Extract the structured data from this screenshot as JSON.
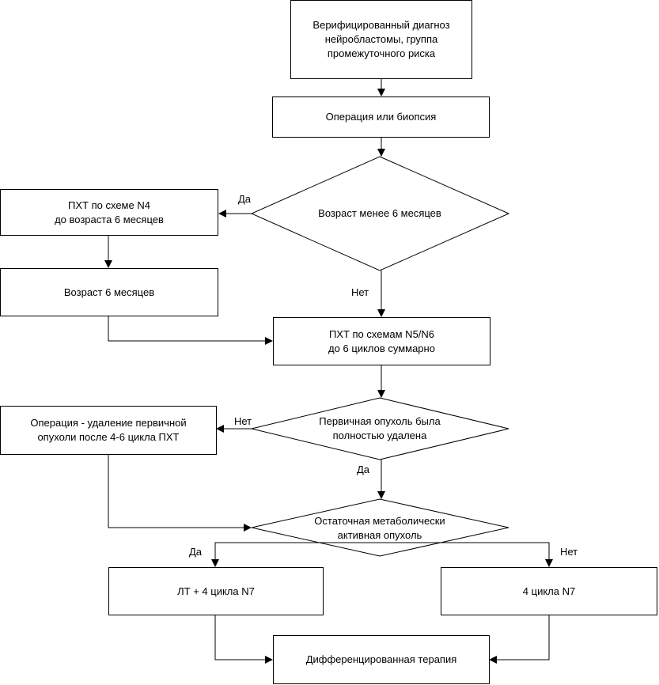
{
  "nodes": {
    "diagnosis": "Верифицированный диагноз\nнейробластомы, группа\nпромежуточного риска",
    "operation_biopsy": "Операция или биопсия",
    "age_decision": "Возраст менее 6 месяцев",
    "pxt_n4": "ПХТ  по схеме N4\nдо возраста 6 месяцев",
    "age_6": "Возраст 6 месяцев",
    "pxt_n5n6": "ПХТ  по схемам N5/N6\nдо 6 циклов суммарно",
    "removed_decision": "Первичная опухоль была\nполностью удалена",
    "operation_removal": "Операция - удаление первичной\nопухоли после 4-6 цикла ПХТ",
    "residual_decision": "Остаточная метаболически\nактивная опухоль",
    "lt_n7": "ЛТ + 4 цикла N7",
    "n7": "4 цикла N7",
    "diff_therapy": "Дифференцированная терапия"
  },
  "edge_labels": {
    "age_yes": "Да",
    "age_no": "Нет",
    "removed_no": "Нет",
    "removed_yes": "Да",
    "residual_yes": "Да",
    "residual_no": "Нет"
  }
}
